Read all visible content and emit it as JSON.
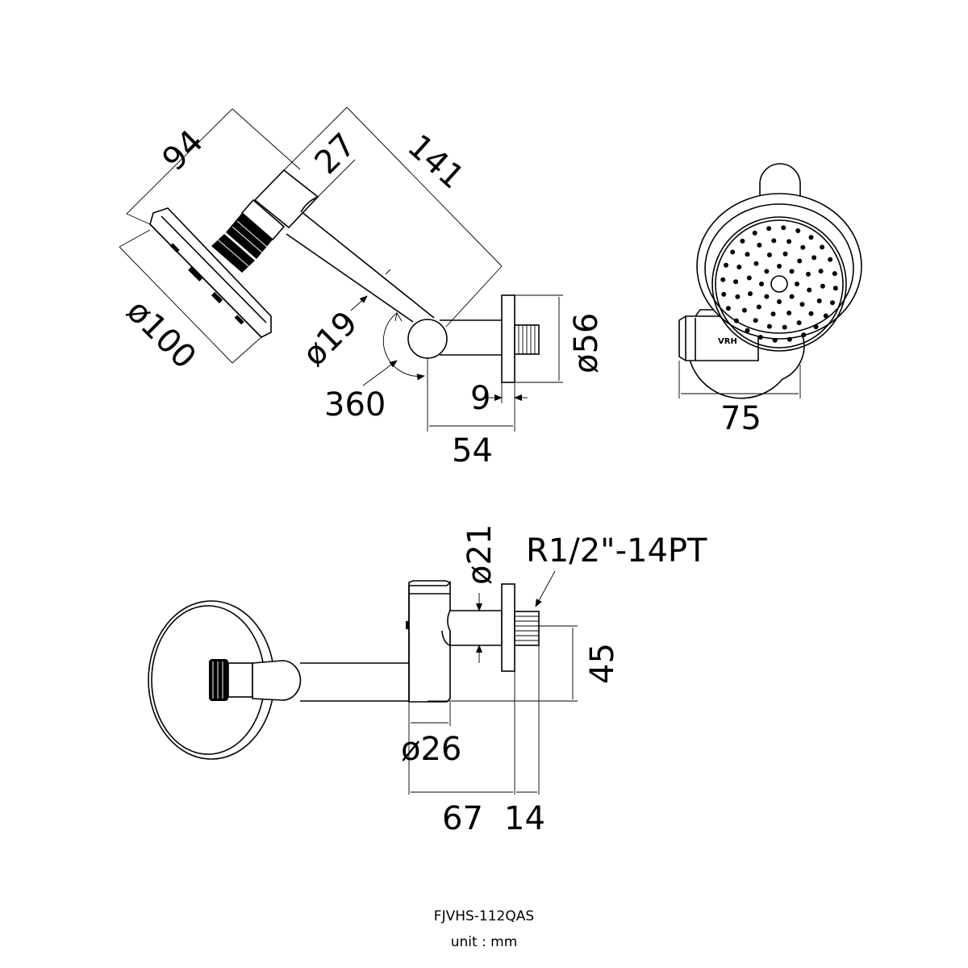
{
  "dimensions": {
    "d94": "94",
    "d27": "27",
    "d141": "141",
    "d100": "ø100",
    "d19": "ø19",
    "d360": "360",
    "d56": "ø56",
    "d9": "9",
    "d54": "54",
    "d75": "75",
    "d21": "ø21",
    "thread": "R1/2\"-14PT",
    "d45": "45",
    "d26": "ø26",
    "d67": "67",
    "d14": "14"
  },
  "brand_mark": "VRH",
  "caption": {
    "model": "FJVHS-112QAS",
    "unit": "unit : mm"
  }
}
